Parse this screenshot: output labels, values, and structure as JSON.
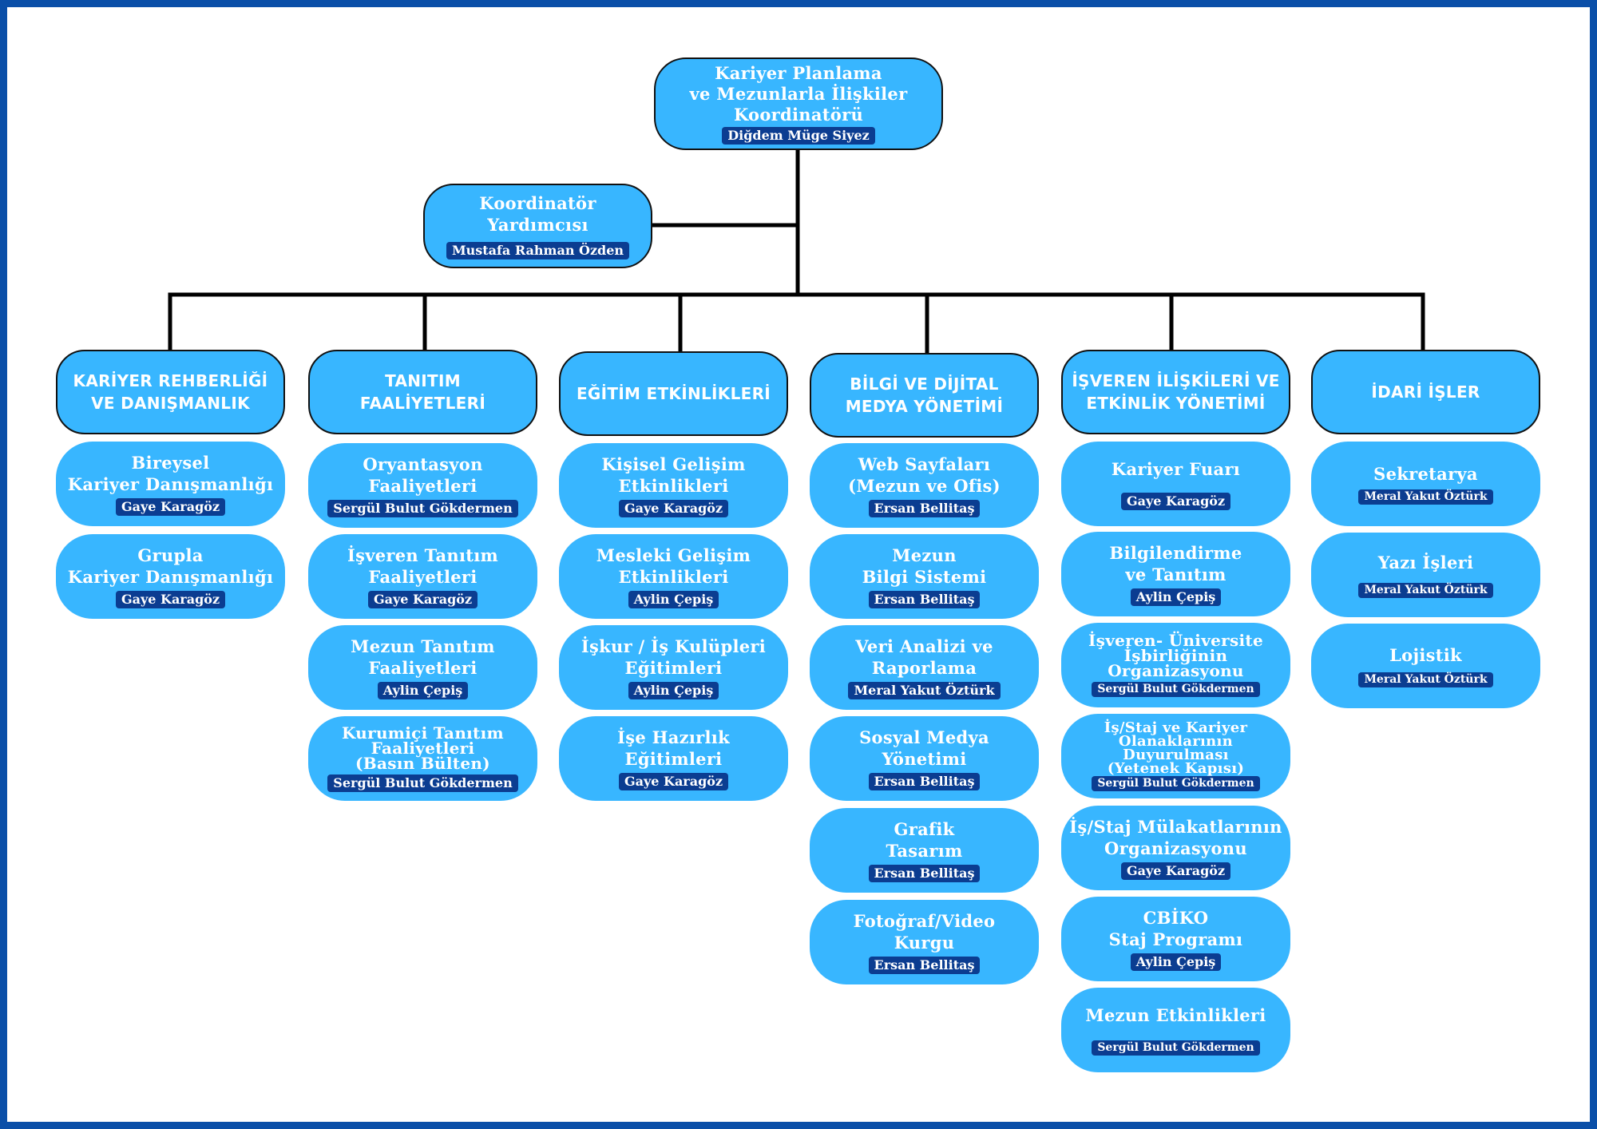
{
  "coordinator": {
    "title": "Kariyer Planlama\nve Mezunlarla İlişkiler\nKoordinatörü",
    "name": "Diğdem Müge Siyez"
  },
  "assistant": {
    "title": "Koordinatör\nYardımcısı",
    "name": "Mustafa Rahman Özden"
  },
  "departments": [
    {
      "header": "KARİYER REHBERLİĞİ\nVE DANIŞMANLIK",
      "items": [
        {
          "title": "Bireysel\nKariyer Danışmanlığı",
          "name": "Gaye Karagöz"
        },
        {
          "title": "Grupla\nKariyer Danışmanlığı",
          "name": "Gaye Karagöz"
        }
      ]
    },
    {
      "header": "TANITIM\nFAALİYETLERİ",
      "items": [
        {
          "title": "Oryantasyon\nFaaliyetleri",
          "name": "Sergül Bulut Gökdermen"
        },
        {
          "title": "İşveren Tanıtım\nFaaliyetleri",
          "name": "Gaye Karagöz"
        },
        {
          "title": "Mezun Tanıtım\nFaaliyetleri",
          "name": "Aylin Çepiş"
        },
        {
          "title": "Kurumiçi Tanıtım\nFaaliyetleri\n(Basın Bülten)",
          "name": "Sergül Bulut Gökdermen"
        }
      ]
    },
    {
      "header": "EĞİTİM ETKİNLİKLERİ",
      "items": [
        {
          "title": "Kişisel Gelişim\nEtkinlikleri",
          "name": "Gaye Karagöz"
        },
        {
          "title": "Mesleki Gelişim\nEtkinlikleri",
          "name": "Aylin Çepiş"
        },
        {
          "title": "İşkur / İş Kulüpleri\nEğitimleri",
          "name": "Aylin Çepiş"
        },
        {
          "title": "İşe Hazırlık\nEğitimleri",
          "name": "Gaye Karagöz"
        }
      ]
    },
    {
      "header": "BİLGİ VE DİJİTAL\nMEDYA YÖNETİMİ",
      "items": [
        {
          "title": "Web Sayfaları\n(Mezun ve Ofis)",
          "name": "Ersan Bellitaş"
        },
        {
          "title": "Mezun\nBilgi Sistemi",
          "name": "Ersan Bellitaş"
        },
        {
          "title": "Veri Analizi ve\nRaporlama",
          "name": "Meral Yakut Öztürk"
        },
        {
          "title": "Sosyal Medya\nYönetimi",
          "name": "Ersan Bellitaş"
        },
        {
          "title": "Grafik\nTasarım",
          "name": "Ersan Bellitaş"
        },
        {
          "title": "Fotoğraf/Video\nKurgu",
          "name": "Ersan Bellitaş"
        }
      ]
    },
    {
      "header": "İŞVEREN İLİŞKİLERİ VE\nETKİNLİK YÖNETİMİ",
      "items": [
        {
          "title": "Kariyer Fuarı",
          "name": "Gaye Karagöz"
        },
        {
          "title": "Bilgilendirme\nve Tanıtım",
          "name": "Aylin Çepiş"
        },
        {
          "title": "İşveren- Üniversite\nİşbirliğinin\nOrganizasyonu",
          "name": "Sergül Bulut Gökdermen"
        },
        {
          "title": "İş/Staj ve Kariyer\nOlanaklarının\nDuyurulması\n(Yetenek Kapısı)",
          "name": "Sergül Bulut Gökdermen"
        },
        {
          "title": "İş/Staj Mülakatlarının\nOrganizasyonu",
          "name": "Gaye Karagöz"
        },
        {
          "title": "CBİKO\nStaj Programı",
          "name": "Aylin Çepiş"
        },
        {
          "title": "Mezun Etkinlikleri",
          "name": "Sergül Bulut Gökdermen"
        }
      ]
    },
    {
      "header": "İDARİ İŞLER",
      "items": [
        {
          "title": "Sekretarya",
          "name": "Meral Yakut Öztürk"
        },
        {
          "title": "Yazı İşleri",
          "name": "Meral Yakut Öztürk"
        },
        {
          "title": "Lojistik",
          "name": "Meral Yakut Öztürk"
        }
      ]
    }
  ],
  "colors": {
    "box": "#38b6ff",
    "name_tag": "#0b3d91",
    "frame": "#0a4fa8",
    "connector": "#000000"
  }
}
